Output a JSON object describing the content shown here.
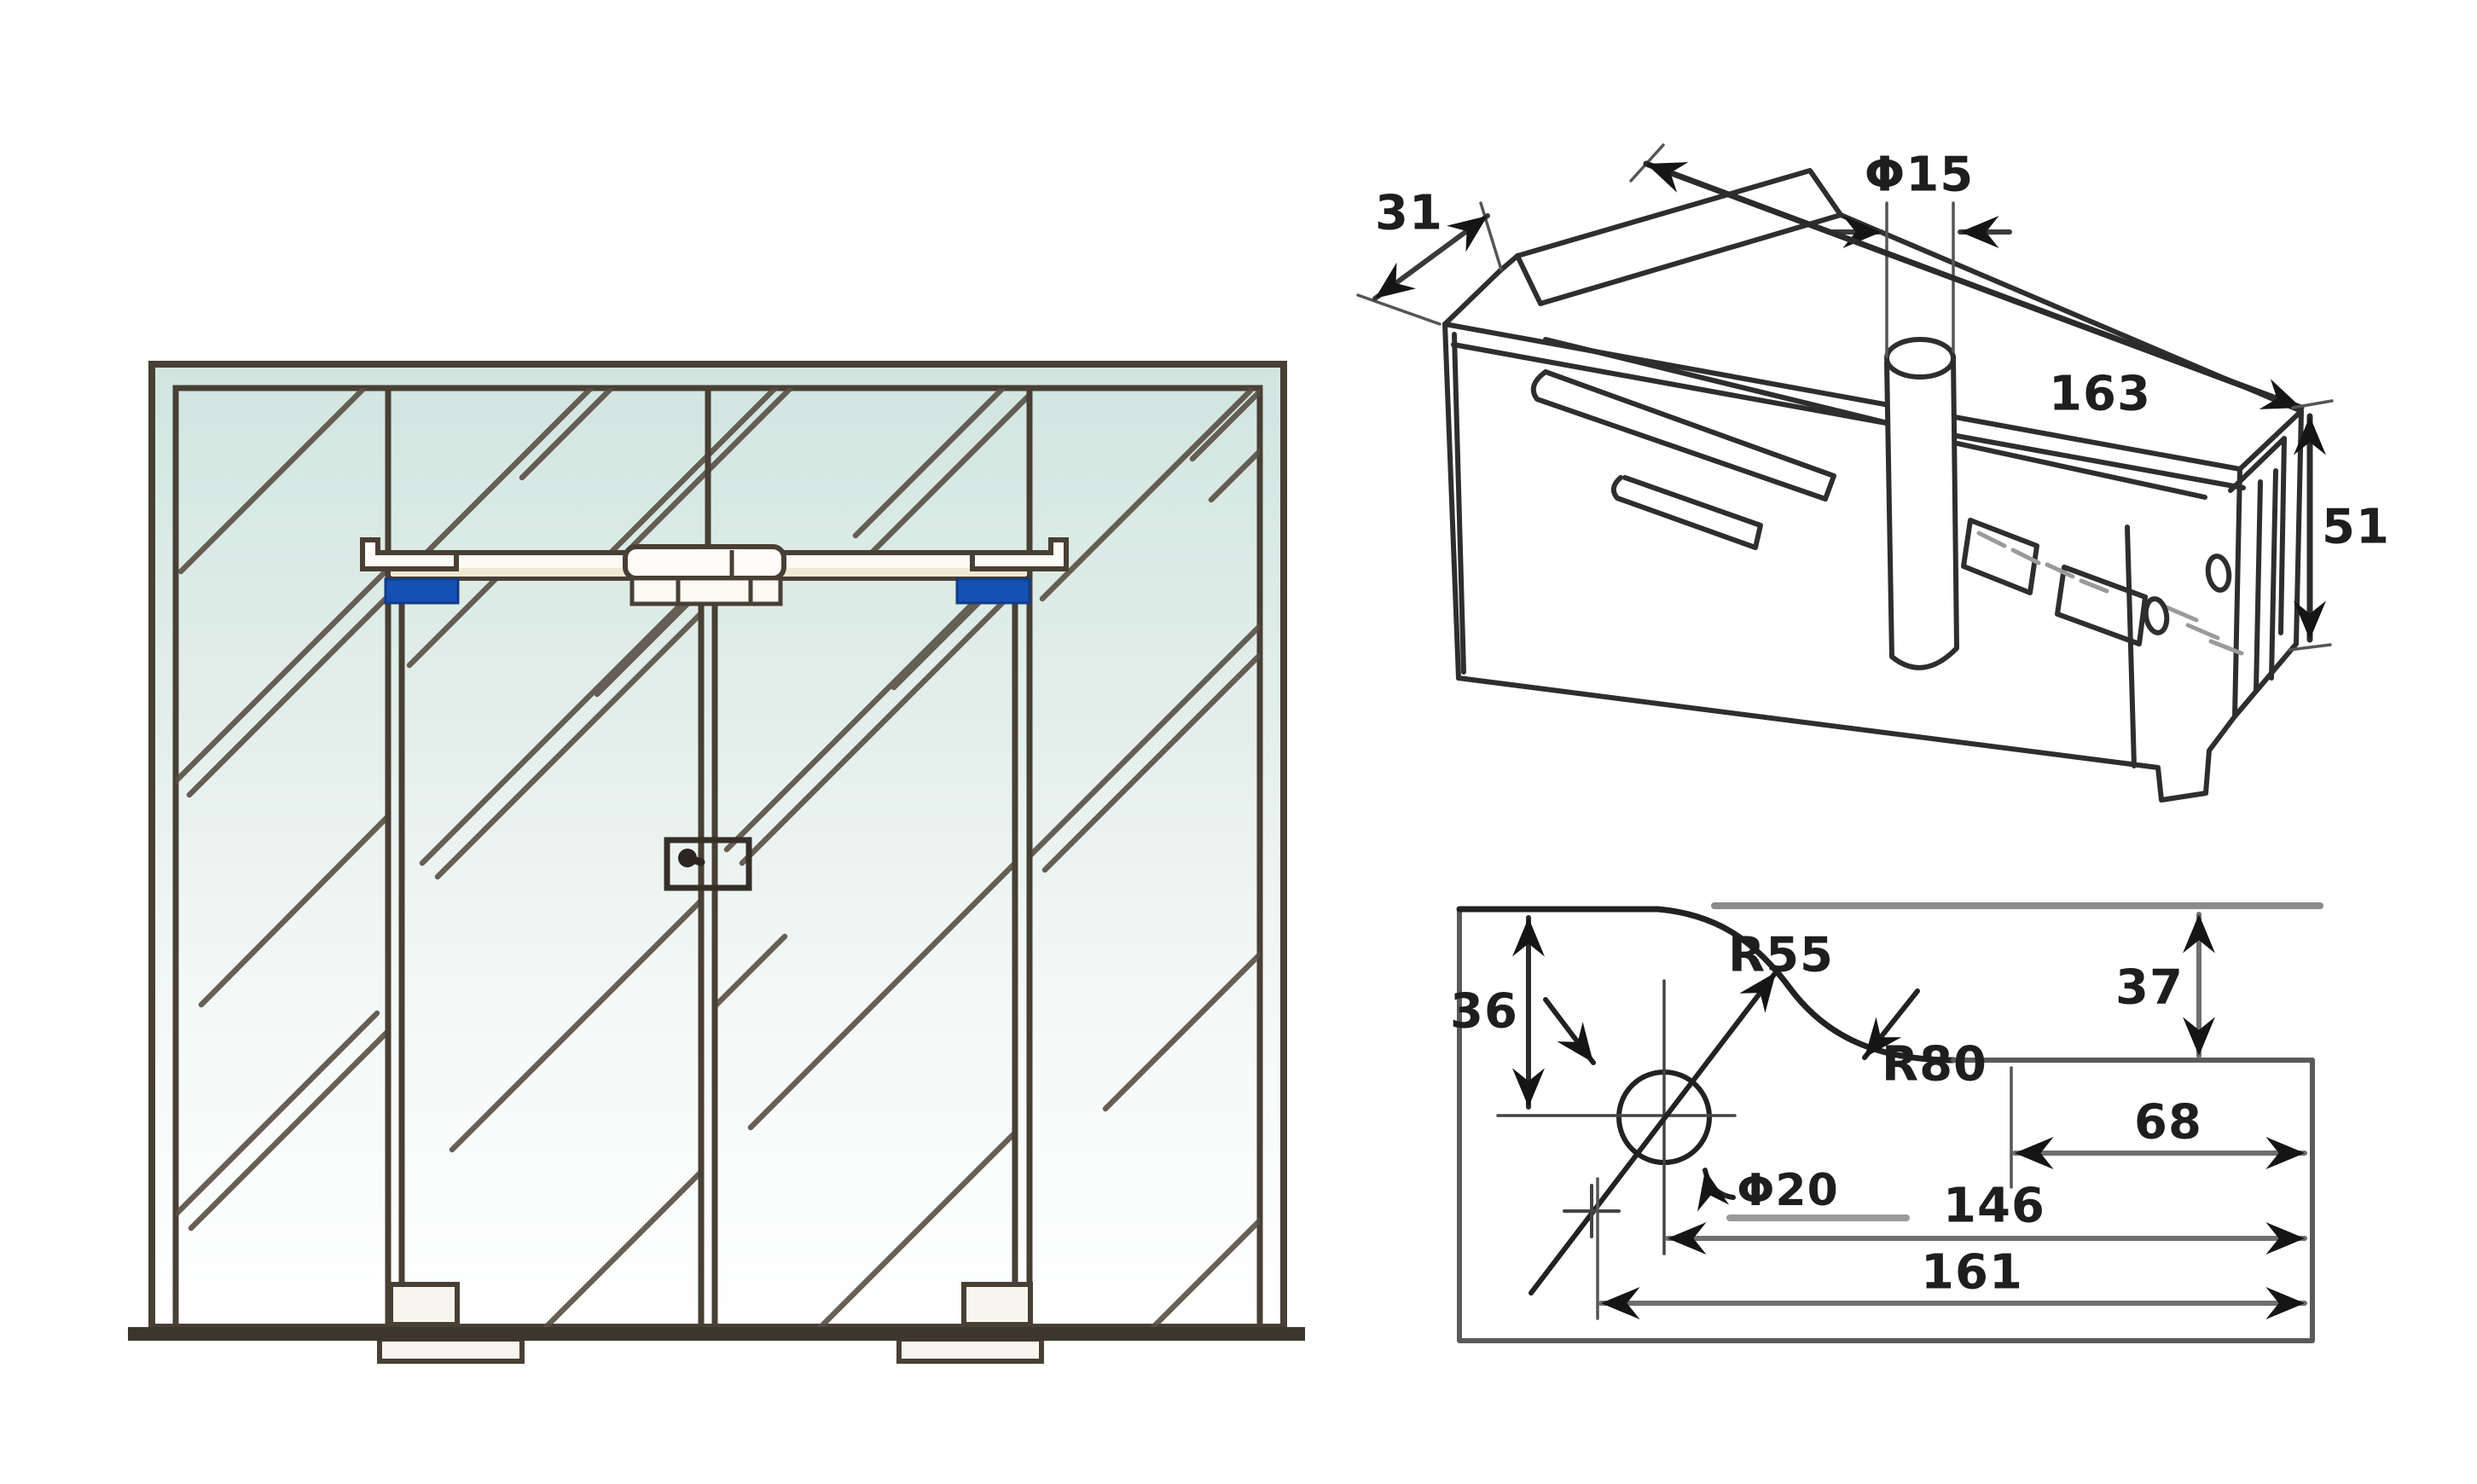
{
  "iso_dims": {
    "depth": "31",
    "pin_diameter": "Φ15",
    "length": "163",
    "end_height": "51"
  },
  "profile_dims": {
    "radius_upper": "R55",
    "radius_lower": "R80",
    "pivot_from_top": "36",
    "step_height": "37",
    "hole_diameter": "Φ20",
    "offset_short": "68",
    "offset_mid": "146",
    "overall_length": "161"
  },
  "colors": {
    "patch_highlight_blue": "#1550b4",
    "glass_top": "#d2e5e0",
    "glass_bottom": "#ffffff",
    "frame_line": "#483f35",
    "drawing_line": "#2e2e2e",
    "dim_line_gray": "#6f6f6f",
    "cream_strip": "#efe9d2"
  }
}
